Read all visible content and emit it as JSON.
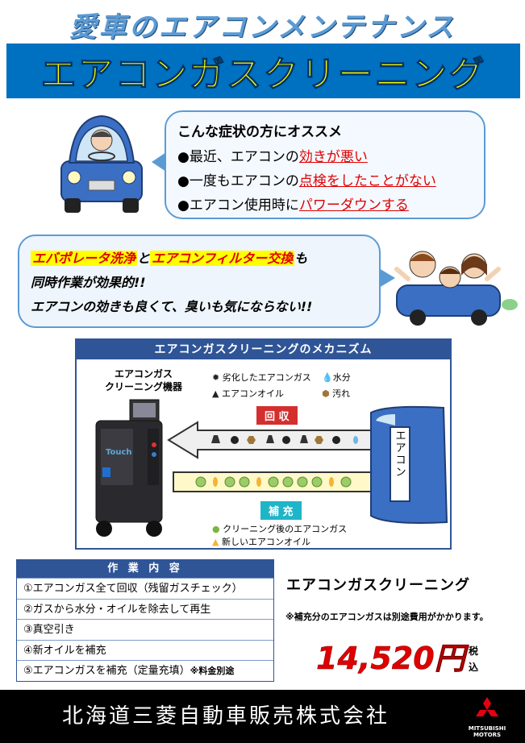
{
  "header": {
    "subtitle": "愛車のエアコンメンテナンス",
    "title": "エアコンガスクリーニング"
  },
  "recommend": {
    "heading": "こんな症状の方にオススメ",
    "items": [
      {
        "prefix": "●最近、エアコンの",
        "emphasis": "効きが悪い",
        "suffix": ""
      },
      {
        "prefix": "●一度もエアコンの",
        "emphasis": "点検をしたことがない",
        "suffix": ""
      },
      {
        "prefix": "●エアコン使用時に",
        "emphasis": "パワーダウンする",
        "suffix": ""
      }
    ]
  },
  "promo": {
    "line1_a": "エバポレータ洗浄",
    "line1_b": "と",
    "line1_c": "エアコンフィルター交換",
    "line1_d": "も",
    "line2": "同時作業が効果的!!",
    "line3": "エアコンの効きも良くて、臭いも気にならない!!"
  },
  "mechanism": {
    "title": "エアコンガスクリーニングのメカニズム",
    "machine_label_1": "エアコンガス",
    "machine_label_2": "クリーニング機器",
    "legend_top": [
      "劣化したエアコンガス",
      "水分",
      "エアコンオイル",
      "汚れ"
    ],
    "recovery_label": "回 収",
    "refill_label": "補 充",
    "aircon_label": "エアコン",
    "legend_bottom": [
      "クリーニング後のエアコンガス",
      "新しいエアコンオイル"
    ],
    "machine_brand": "Touch"
  },
  "work": {
    "title": "作 業 内 容",
    "items": [
      {
        "text": "①エアコンガス全て回収（残留ガスチェック）",
        "note": ""
      },
      {
        "text": "②ガスから水分・オイルを除去して再生",
        "note": ""
      },
      {
        "text": "③真空引き",
        "note": ""
      },
      {
        "text": "④新オイルを補充",
        "note": ""
      },
      {
        "text": "⑤エアコンガスを補充（定量充填）",
        "note": "※料金別途"
      }
    ]
  },
  "pricing": {
    "service": "エアコンガスクリーニング",
    "note": "※補充分のエアコンガスは別途費用がかかります。",
    "price": "14,520円",
    "tax": "税込"
  },
  "footer": {
    "company": "北海道三菱自動車販売株式会社",
    "maker_1": "MITSUBISHI",
    "maker_2": "MOTORS"
  },
  "colors": {
    "accent_blue": "#0070c0",
    "banner_yellow": "#ffff00",
    "emphasis_red": "#e00000",
    "panel_navy": "#2f5597"
  }
}
